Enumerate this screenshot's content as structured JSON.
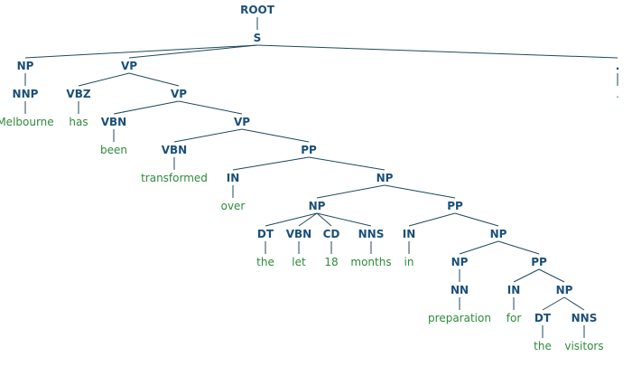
{
  "parse_tree": {
    "nodes": [
      {
        "id": "root",
        "label": "ROOT",
        "kind": "cat",
        "parent": null
      },
      {
        "id": "s",
        "label": "S",
        "kind": "cat",
        "parent": "root"
      },
      {
        "id": "np1",
        "label": "NP",
        "kind": "cat",
        "parent": "s"
      },
      {
        "id": "vp1",
        "label": "VP",
        "kind": "cat",
        "parent": "s"
      },
      {
        "id": "punct",
        "label": ".",
        "kind": "cat",
        "parent": "s"
      },
      {
        "id": "nnp",
        "label": "NNP",
        "kind": "cat",
        "parent": "np1"
      },
      {
        "id": "w_melbourne",
        "label": "Melbourne",
        "kind": "word",
        "parent": "nnp"
      },
      {
        "id": "vbz",
        "label": "VBZ",
        "kind": "cat",
        "parent": "vp1"
      },
      {
        "id": "w_has",
        "label": "has",
        "kind": "word",
        "parent": "vbz"
      },
      {
        "id": "vp2",
        "label": "VP",
        "kind": "cat",
        "parent": "vp1"
      },
      {
        "id": "vbn1",
        "label": "VBN",
        "kind": "cat",
        "parent": "vp2"
      },
      {
        "id": "w_been",
        "label": "been",
        "kind": "word",
        "parent": "vbn1"
      },
      {
        "id": "vp3",
        "label": "VP",
        "kind": "cat",
        "parent": "vp2"
      },
      {
        "id": "vbn2",
        "label": "VBN",
        "kind": "cat",
        "parent": "vp3"
      },
      {
        "id": "w_transformed",
        "label": "transformed",
        "kind": "word",
        "parent": "vbn2"
      },
      {
        "id": "pp1",
        "label": "PP",
        "kind": "cat",
        "parent": "vp3"
      },
      {
        "id": "in1",
        "label": "IN",
        "kind": "cat",
        "parent": "pp1"
      },
      {
        "id": "w_over",
        "label": "over",
        "kind": "word",
        "parent": "in1"
      },
      {
        "id": "np2",
        "label": "NP",
        "kind": "cat",
        "parent": "pp1"
      },
      {
        "id": "np3",
        "label": "NP",
        "kind": "cat",
        "parent": "np2"
      },
      {
        "id": "dt1",
        "label": "DT",
        "kind": "cat",
        "parent": "np3"
      },
      {
        "id": "w_the1",
        "label": "the",
        "kind": "word",
        "parent": "dt1"
      },
      {
        "id": "vbn3",
        "label": "VBN",
        "kind": "cat",
        "parent": "np3"
      },
      {
        "id": "w_let",
        "label": "let",
        "kind": "word",
        "parent": "vbn3"
      },
      {
        "id": "cd",
        "label": "CD",
        "kind": "cat",
        "parent": "np3"
      },
      {
        "id": "w_18",
        "label": "18",
        "kind": "word",
        "parent": "cd"
      },
      {
        "id": "nns1",
        "label": "NNS",
        "kind": "cat",
        "parent": "np3"
      },
      {
        "id": "w_months",
        "label": "months",
        "kind": "word",
        "parent": "nns1"
      },
      {
        "id": "pp2",
        "label": "PP",
        "kind": "cat",
        "parent": "np2"
      },
      {
        "id": "in2",
        "label": "IN",
        "kind": "cat",
        "parent": "pp2"
      },
      {
        "id": "w_in",
        "label": "in",
        "kind": "word",
        "parent": "in2"
      },
      {
        "id": "np4",
        "label": "NP",
        "kind": "cat",
        "parent": "pp2"
      },
      {
        "id": "np5",
        "label": "NP",
        "kind": "cat",
        "parent": "np4"
      },
      {
        "id": "nn",
        "label": "NN",
        "kind": "cat",
        "parent": "np5"
      },
      {
        "id": "w_preparation",
        "label": "preparation",
        "kind": "word",
        "parent": "nn"
      },
      {
        "id": "pp3",
        "label": "PP",
        "kind": "cat",
        "parent": "np4"
      },
      {
        "id": "in3",
        "label": "IN",
        "kind": "cat",
        "parent": "pp3"
      },
      {
        "id": "w_for",
        "label": "for",
        "kind": "word",
        "parent": "in3"
      },
      {
        "id": "np6",
        "label": "NP",
        "kind": "cat",
        "parent": "pp3"
      },
      {
        "id": "dt2",
        "label": "DT",
        "kind": "cat",
        "parent": "np6"
      },
      {
        "id": "w_the2",
        "label": "the",
        "kind": "word",
        "parent": "dt2"
      },
      {
        "id": "nns2",
        "label": "NNS",
        "kind": "cat",
        "parent": "np6"
      },
      {
        "id": "w_visitors",
        "label": "visitors",
        "kind": "word",
        "parent": "nns2"
      },
      {
        "id": "w_period",
        "label": ".",
        "kind": "word",
        "parent": "punct"
      }
    ]
  }
}
